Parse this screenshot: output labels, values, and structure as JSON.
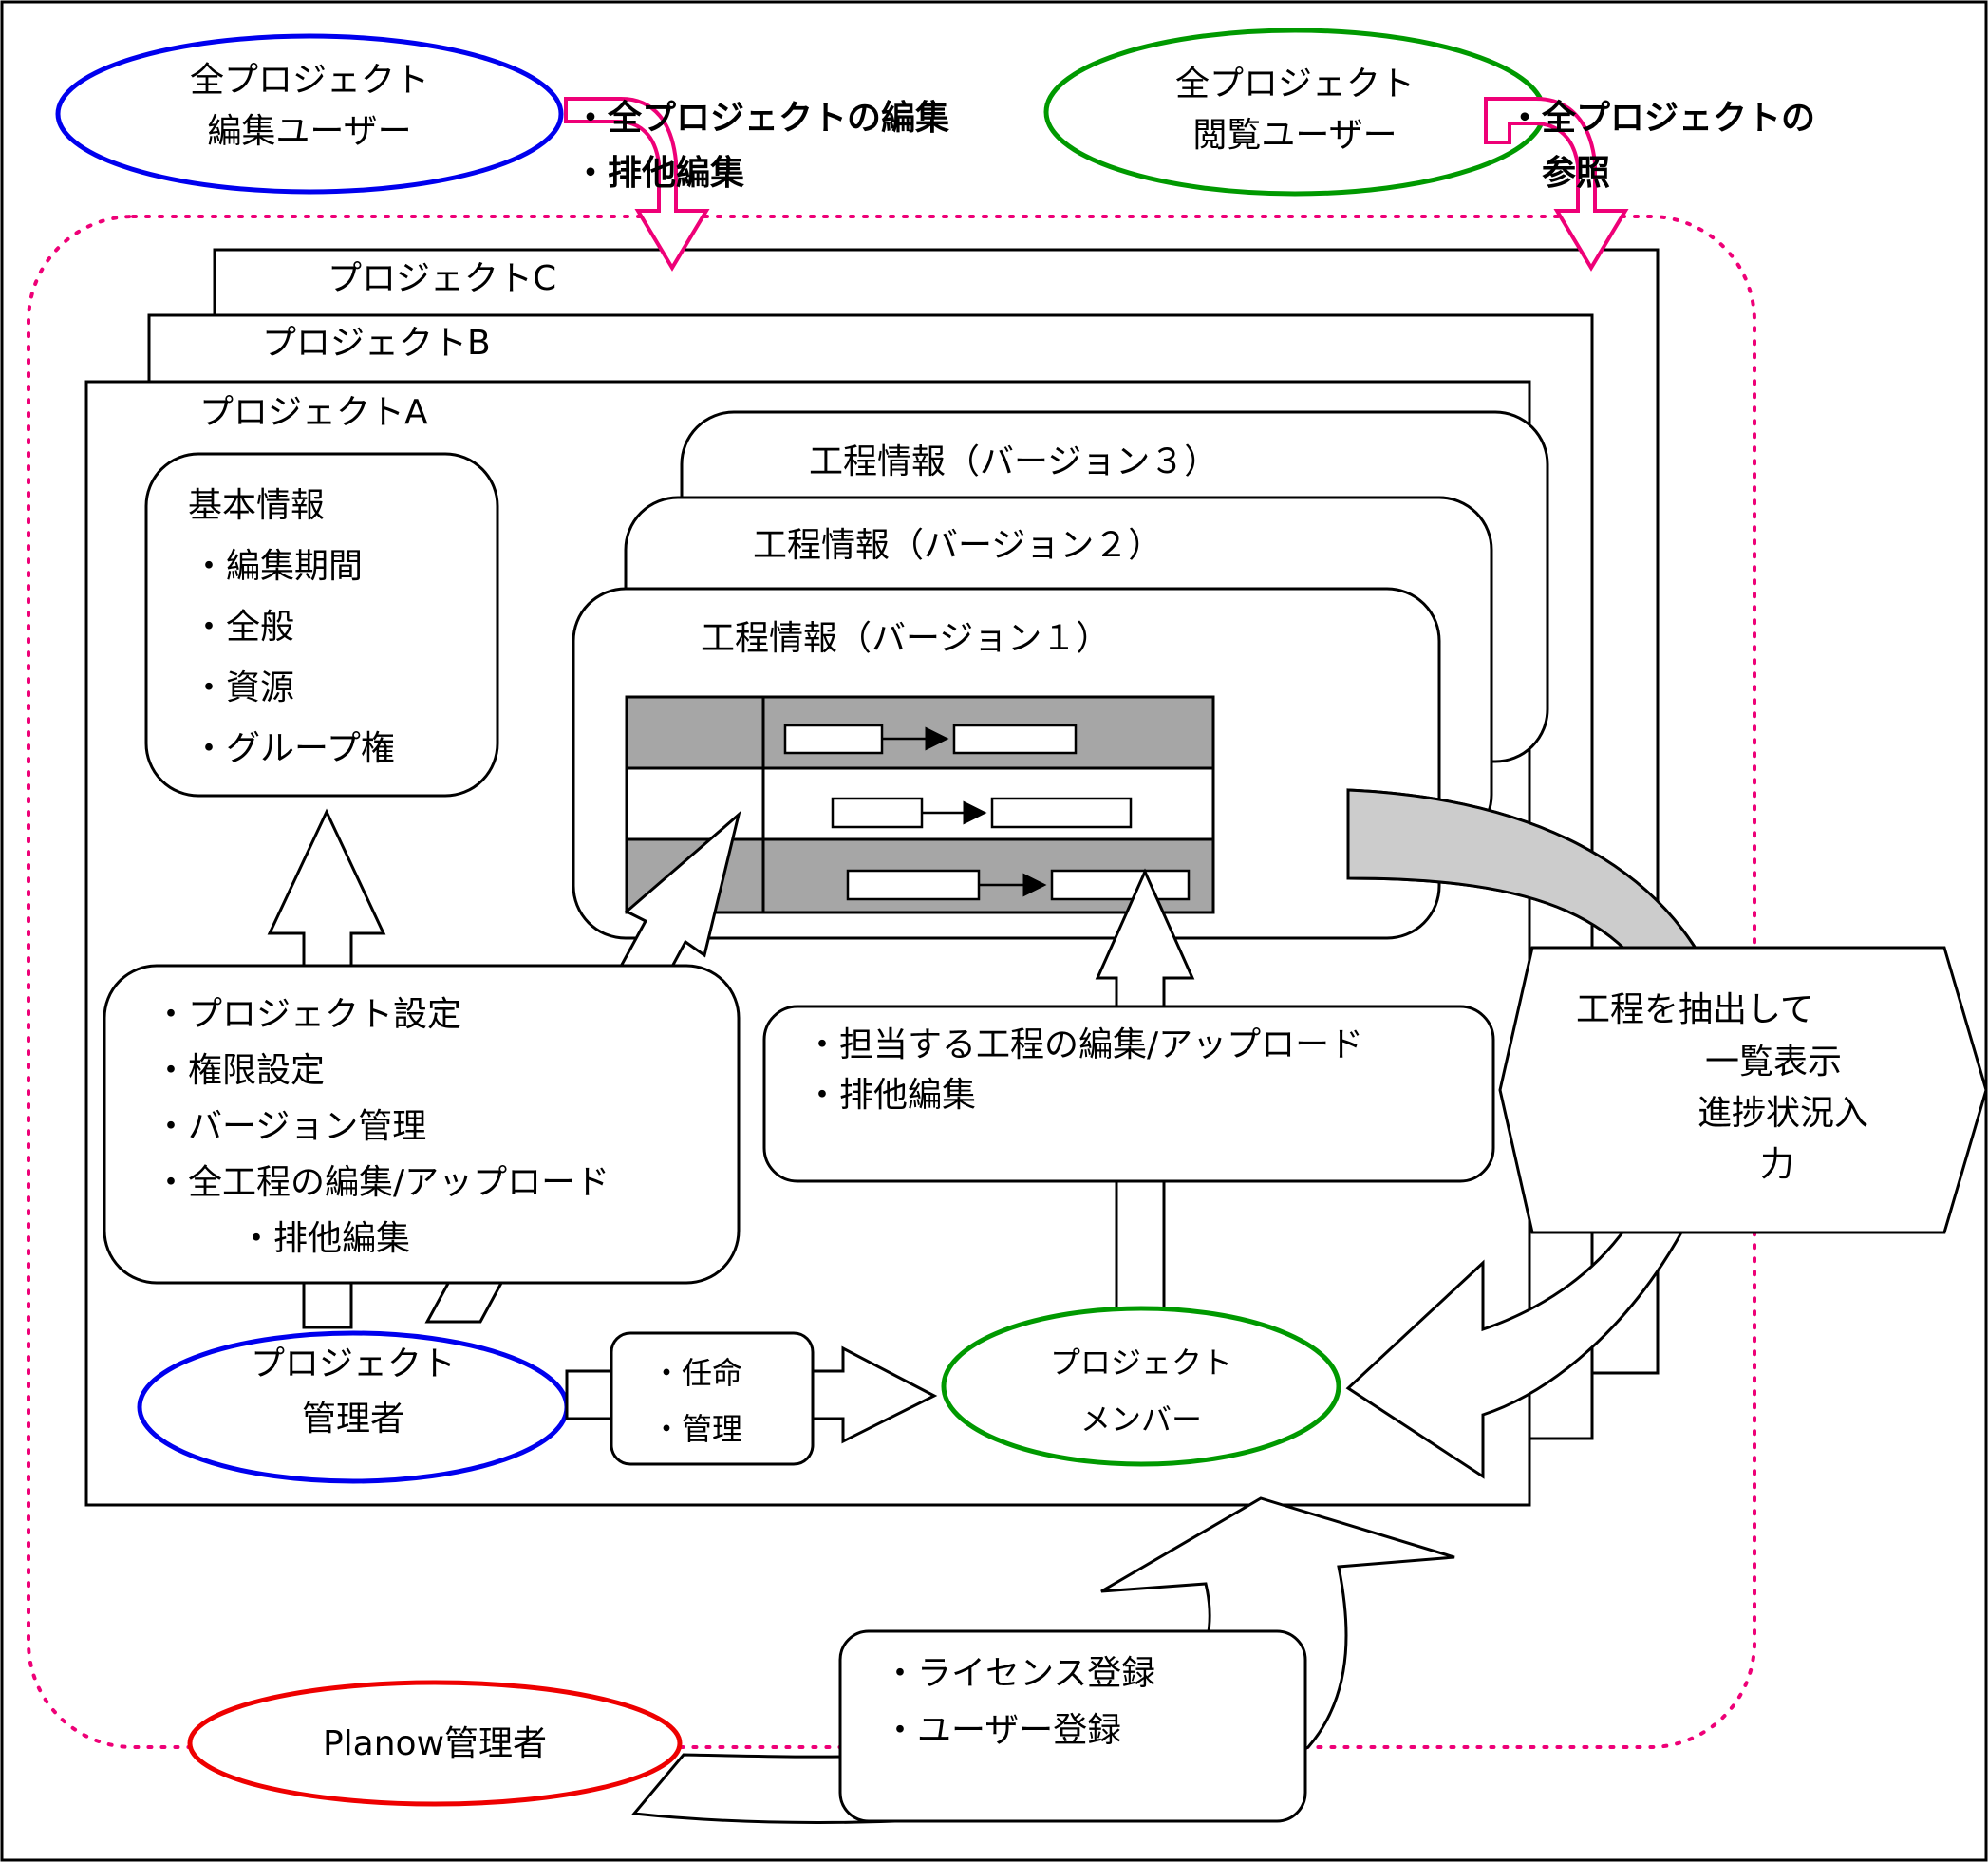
{
  "roles": {
    "all_edit_user": [
      "全プロジェクト",
      "編集ユーザー"
    ],
    "all_view_user": [
      "全プロジェクト",
      "閲覧ユーザー"
    ],
    "project_admin": [
      "プロジェクト",
      "管理者"
    ],
    "project_member": [
      "プロジェクト",
      "メンバー"
    ],
    "planow_admin": "Planow管理者"
  },
  "permissions": {
    "all_edit": [
      "・全プロジェクトの編集",
      "・排他編集"
    ],
    "all_view": [
      "・全プロジェクトの",
      "参照"
    ],
    "admin_tasks": [
      "・プロジェクト設定",
      "・権限設定",
      "・バージョン管理",
      "・全工程の編集/アップロード",
      "・排他編集"
    ],
    "member_tasks": [
      "・担当する工程の編集/アップロード",
      "・排他編集"
    ],
    "appoint": [
      "・任命",
      "・管理"
    ],
    "license": [
      "・ライセンス登録",
      "・ユーザー登録"
    ],
    "extract": [
      "工程を抽出して",
      "一覧表示",
      "進捗状況入",
      "力"
    ]
  },
  "projects": [
    "プロジェクトC",
    "プロジェクトB",
    "プロジェクトA"
  ],
  "basic_info": {
    "title": "基本情報",
    "items": [
      "・編集期間",
      "・全般",
      "・資源",
      "・グループ権"
    ]
  },
  "versions": [
    "工程情報（バージョン３）",
    "工程情報（バージョン２）",
    "工程情報（バージョン１）"
  ],
  "colors": {
    "blue": "#0000ee",
    "green": "#009900",
    "red": "#ee0000",
    "pink": "#ee0077",
    "gray": "#a6a6a6",
    "light_gray": "#cccccc"
  }
}
